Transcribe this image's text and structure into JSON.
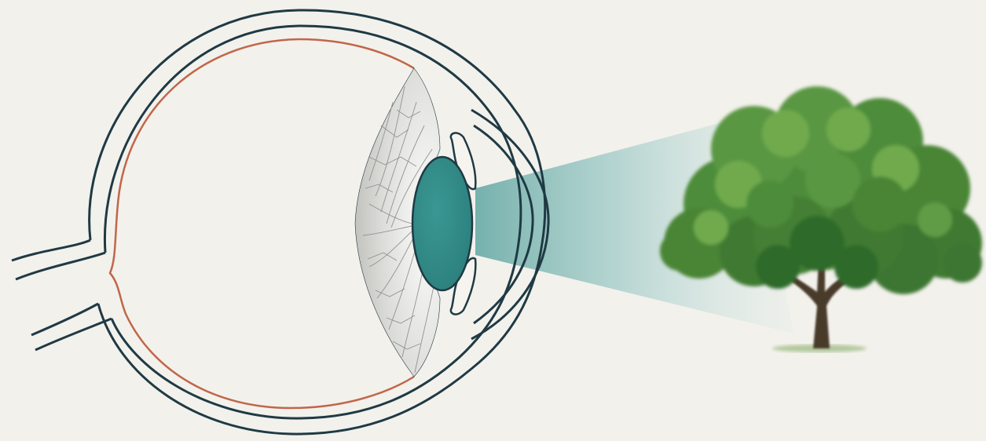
{
  "diagram": {
    "subject": "eye-focusing-on-tree",
    "parts": [
      {
        "id": "sclera",
        "icon": "eye-outline"
      },
      {
        "id": "retina",
        "icon": "retina-line"
      },
      {
        "id": "optic-nerve",
        "icon": "nerve"
      },
      {
        "id": "ciliary-body",
        "icon": "ciliary"
      },
      {
        "id": "iris",
        "icon": "iris"
      },
      {
        "id": "lens",
        "icon": "lens"
      },
      {
        "id": "cornea",
        "icon": "cornea"
      },
      {
        "id": "light-beam",
        "icon": "beam"
      },
      {
        "id": "tree",
        "icon": "tree-icon"
      }
    ]
  },
  "colors": {
    "background": "#f3f1ec",
    "outline": "#1f3a44",
    "retina": "#c0674a",
    "lens": "#2f8a86",
    "lens_stroke": "#1f3a44",
    "beam": "#9cc9c6",
    "foliage_dark": "#2f6b2a",
    "foliage_mid": "#4e8c3a",
    "foliage_light": "#6faa4e",
    "trunk": "#4a3b2c",
    "ciliary": "#8a8a8a"
  }
}
